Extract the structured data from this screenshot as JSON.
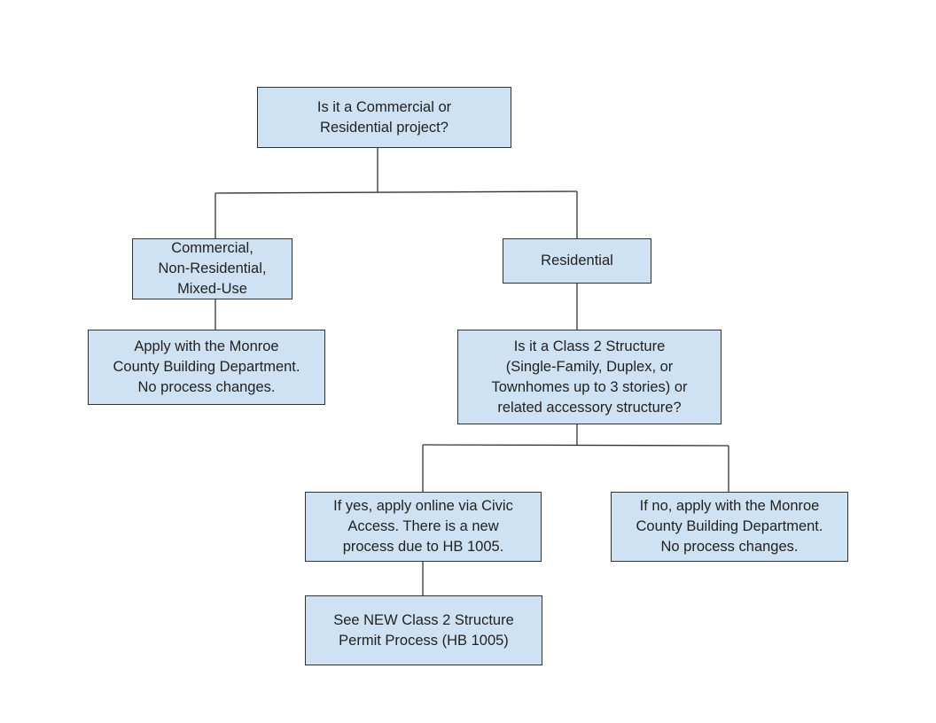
{
  "diagram": {
    "colors": {
      "node_fill": "#cfe2f3",
      "node_border": "#333333",
      "connector": "#333333",
      "text": "#222222"
    },
    "nodes": {
      "root": {
        "lines": [
          "Is it a Commercial or",
          "Residential project?"
        ]
      },
      "commercial": {
        "lines": [
          "Commercial,",
          "Non-Residential,",
          "Mixed-Use"
        ]
      },
      "residential": {
        "lines": [
          "Residential"
        ]
      },
      "commercial_apply": {
        "lines": [
          "Apply with the Monroe",
          "County Building Department.",
          "No process changes."
        ]
      },
      "class2_question": {
        "lines": [
          "Is it a Class 2 Structure",
          "(Single-Family, Duplex, or",
          "Townhomes up to 3 stories) or",
          "related accessory structure?"
        ]
      },
      "yes_online": {
        "lines": [
          "If yes, apply online via Civic",
          "Access. There is a new",
          "process due to HB 1005."
        ]
      },
      "no_apply": {
        "lines": [
          "If no, apply with the Monroe",
          "County Building Department.",
          "No process changes."
        ]
      },
      "new_process": {
        "lines": [
          "See NEW Class 2 Structure",
          "Permit Process (HB 1005)"
        ]
      }
    }
  }
}
